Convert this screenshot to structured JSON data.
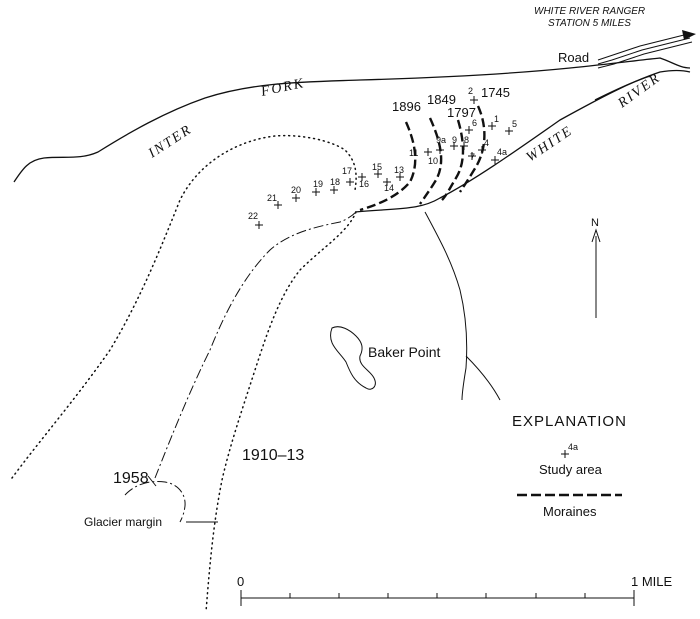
{
  "map": {
    "ranger_station_line1": "WHITE RIVER RANGER",
    "ranger_station_line2": "STATION 5 MILES",
    "road_label": "Road",
    "river_inter": "INTER",
    "river_fork": "FORK",
    "river_white_1": "WHITE",
    "river_white_2": "RIVER",
    "baker_point": "Baker Point",
    "glacier_margin": "Glacier margin",
    "year_1958": "1958",
    "year_1910_13": "1910–13",
    "moraine_years": [
      "1896",
      "1849",
      "1797",
      "1745"
    ],
    "north_label": "N",
    "study_sites": [
      "1",
      "2",
      "4",
      "4a",
      "5",
      "6",
      "7",
      "8",
      "9",
      "9a",
      "10",
      "11",
      "13",
      "14",
      "15",
      "16",
      "17",
      "18",
      "19",
      "20",
      "21",
      "22"
    ]
  },
  "explanation": {
    "title": "EXPLANATION",
    "sample_site": "4a",
    "study_area_label": "Study area",
    "moraines_label": "Moraines"
  },
  "scale_bar": {
    "start_label": "0",
    "end_label": "1 MILE"
  }
}
